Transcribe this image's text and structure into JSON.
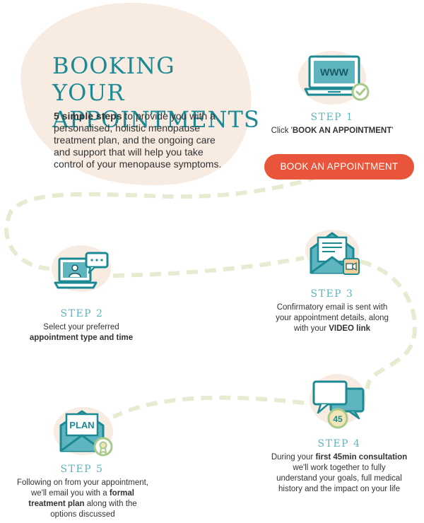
{
  "hero": {
    "title_line1": "BOOKING YOUR",
    "title_line2": "APPOINTMENTS",
    "desc_bold": "5 simple steps",
    "desc_rest": " to provide you with a personalised, holistic menopause treatment plan, and the ongoing care and support that will help you take control of your menopause symptoms."
  },
  "steps": {
    "s1": {
      "label": "STEP 1",
      "text_pre": "Click '",
      "text_bold": "BOOK AN APPOINTMENT",
      "text_post": "'",
      "icon_text": "WWW"
    },
    "s2": {
      "label": "STEP 2",
      "text_line1": "Select your preferred",
      "text_bold": "appointment type and time"
    },
    "s3": {
      "label": "STEP 3",
      "text_line1": "Confirmatory email is sent with",
      "text_line2": "your appointment details, along",
      "text_pre": "with your ",
      "text_bold": "VIDEO link"
    },
    "s4": {
      "label": "STEP 4",
      "text_pre": "During your ",
      "text_bold": "first 45min consultation",
      "text_line2": "we'll work together to fully",
      "text_line3": "understand your goals, full medical",
      "text_line4": "history and the impact on your life",
      "icon_text": "45"
    },
    "s5": {
      "label": "STEP 5",
      "text_line1": "Following on from your appointment,",
      "text_pre": "we'll email you with a ",
      "text_bold": "formal",
      "text_bold2": "treatment plan",
      "text_post": " along with the",
      "text_line4": "options discussed",
      "icon_text": "PLAN"
    }
  },
  "cta": {
    "label": "BOOK AN APPOINTMENT"
  },
  "colors": {
    "teal": "#1b8a94",
    "teal_light": "#5eb4bf",
    "peach": "#f7ebe2",
    "path_green": "#e6ecd2",
    "cta": "#e9553a",
    "check_green": "#a9c98b"
  }
}
